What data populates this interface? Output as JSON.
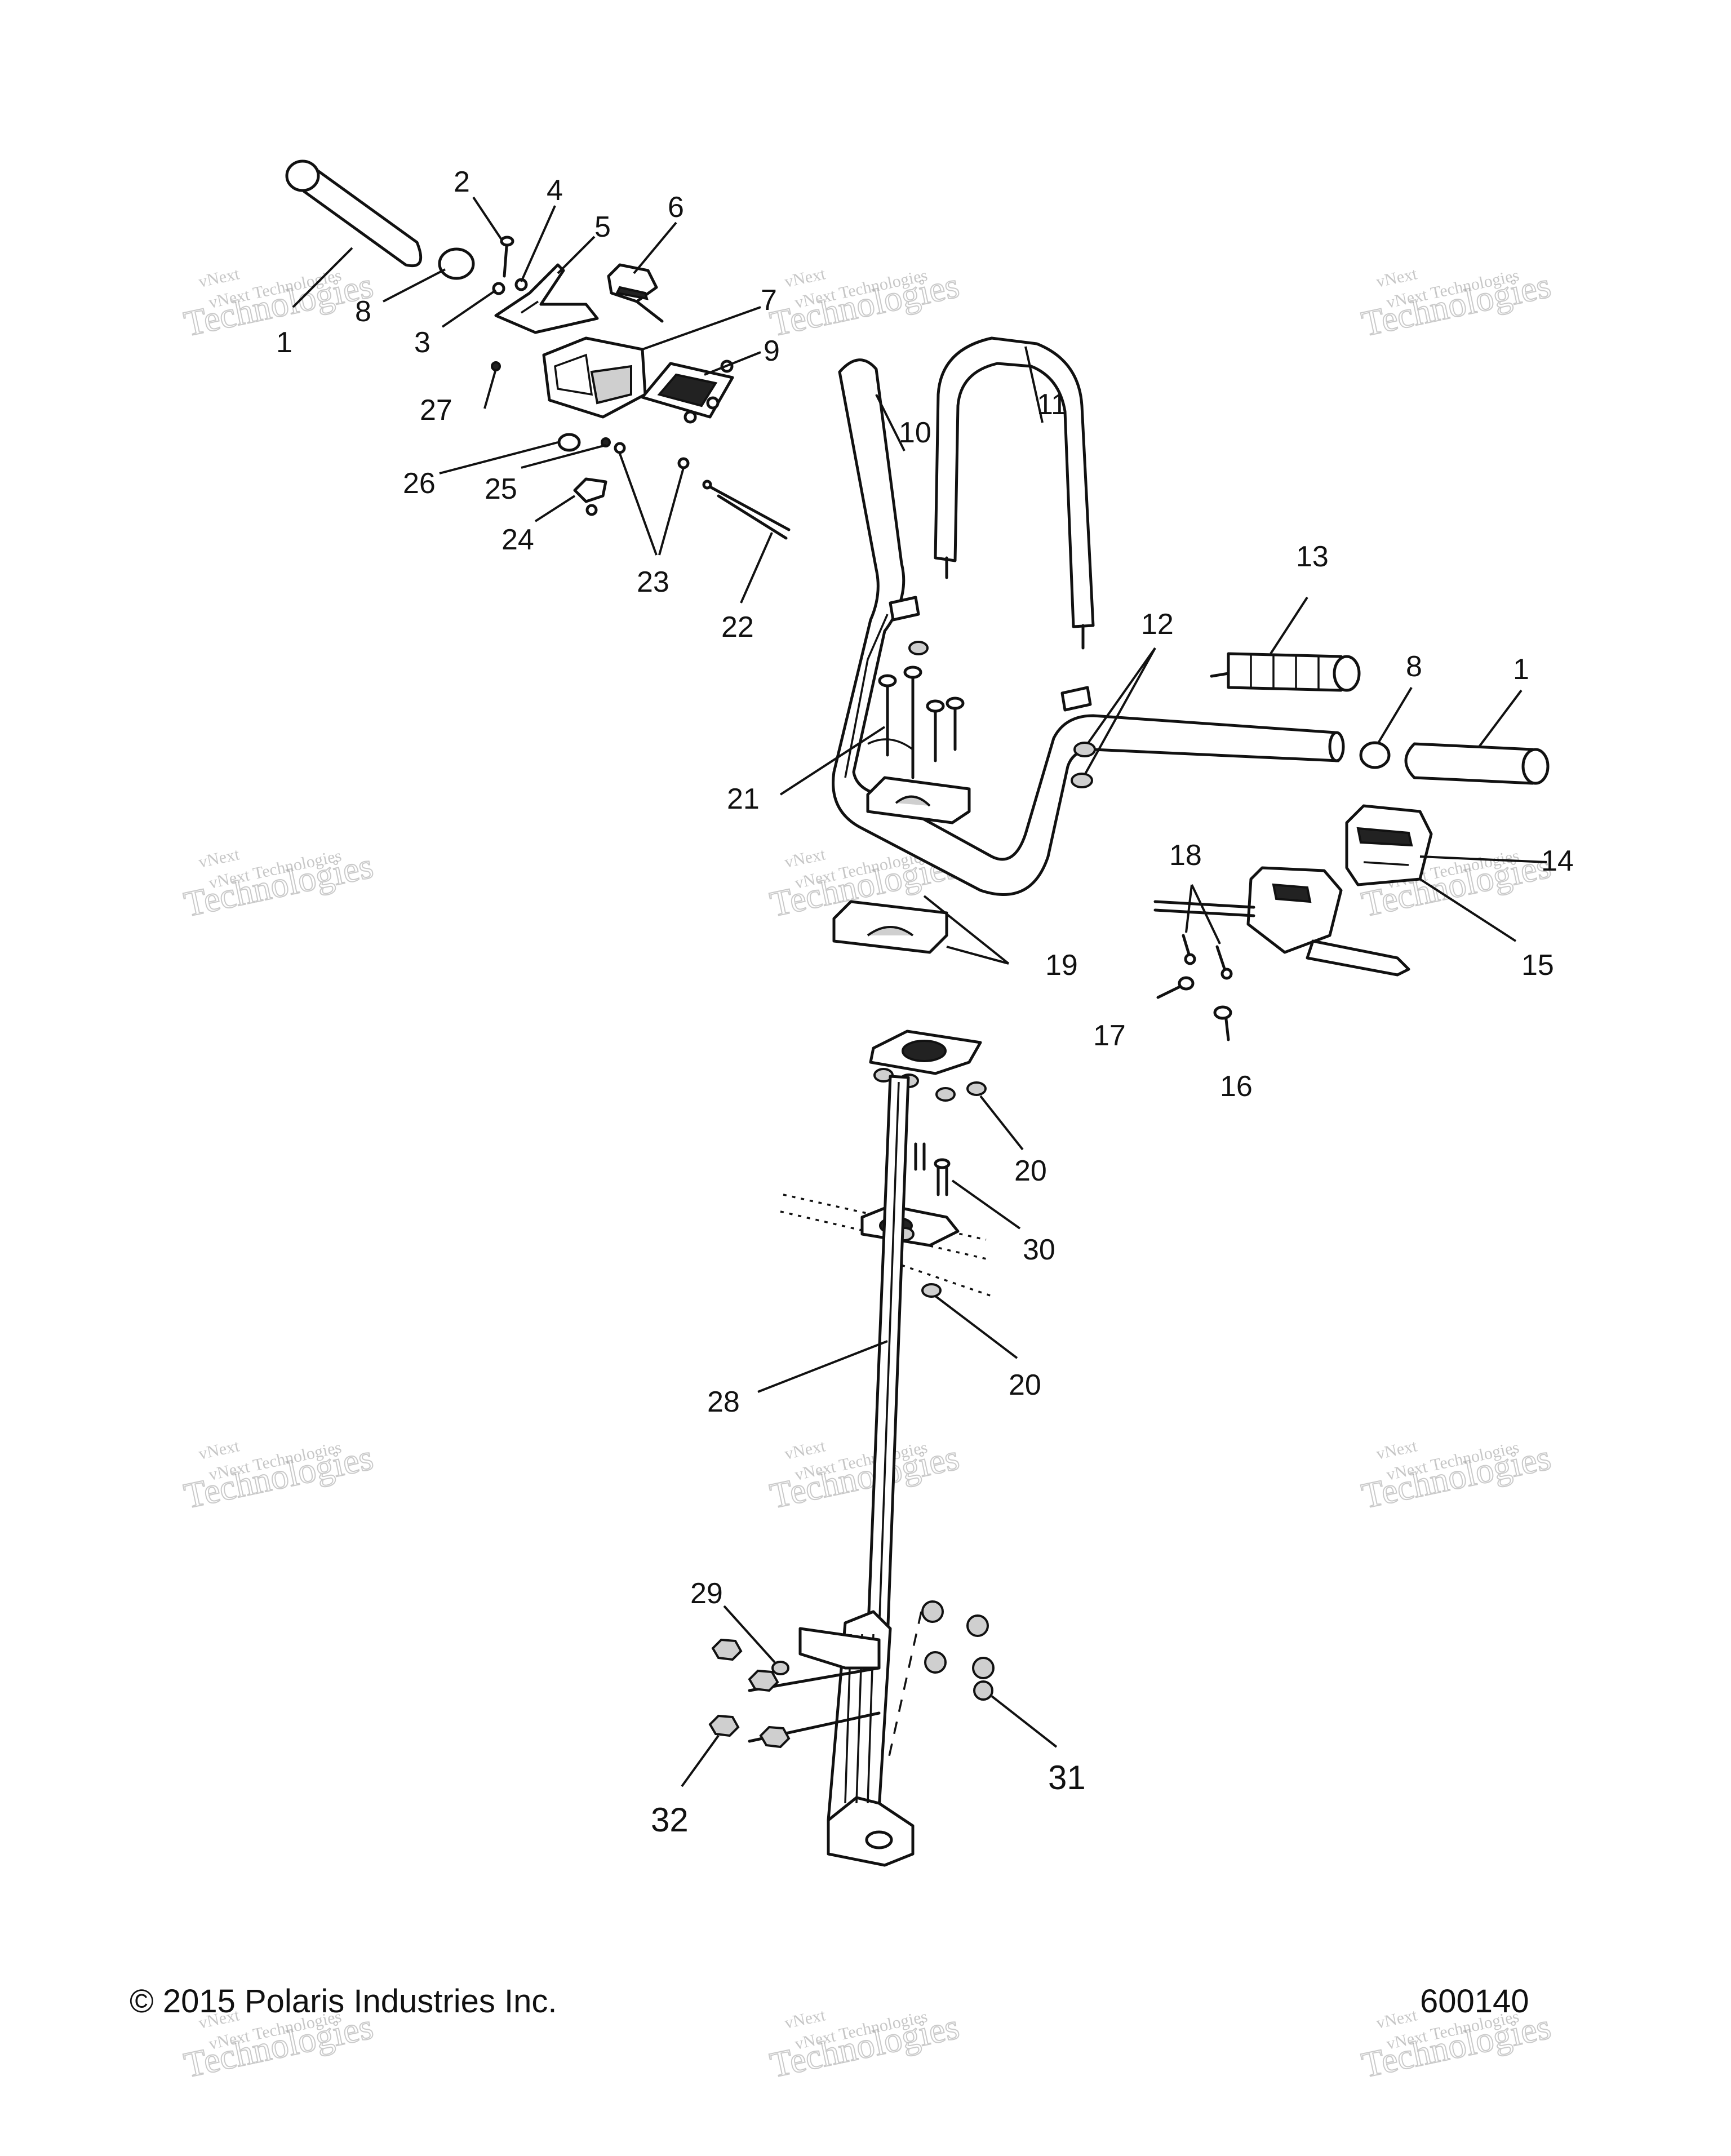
{
  "footer": {
    "copyright": "© 2015 Polaris Industries Inc.",
    "diagram_id": "600140"
  },
  "watermark": {
    "line1": "vNext Technologies",
    "line2": "Technologies",
    "line0": "vNext"
  },
  "callouts": {
    "c1": "1",
    "c1b": "1",
    "c2": "2",
    "c3": "3",
    "c4": "4",
    "c5": "5",
    "c6": "6",
    "c7": "7",
    "c8": "8",
    "c8b": "8",
    "c9": "9",
    "c10": "10",
    "c11": "11",
    "c12": "12",
    "c13": "13",
    "c14": "14",
    "c15": "15",
    "c16": "16",
    "c17": "17",
    "c18": "18",
    "c19": "19",
    "c20": "20",
    "c20b": "20",
    "c21": "21",
    "c22": "22",
    "c23": "23",
    "c24": "24",
    "c25": "25",
    "c26": "26",
    "c27": "27",
    "c28": "28",
    "c29": "29",
    "c30": "30",
    "c31": "31",
    "c32": "32"
  }
}
